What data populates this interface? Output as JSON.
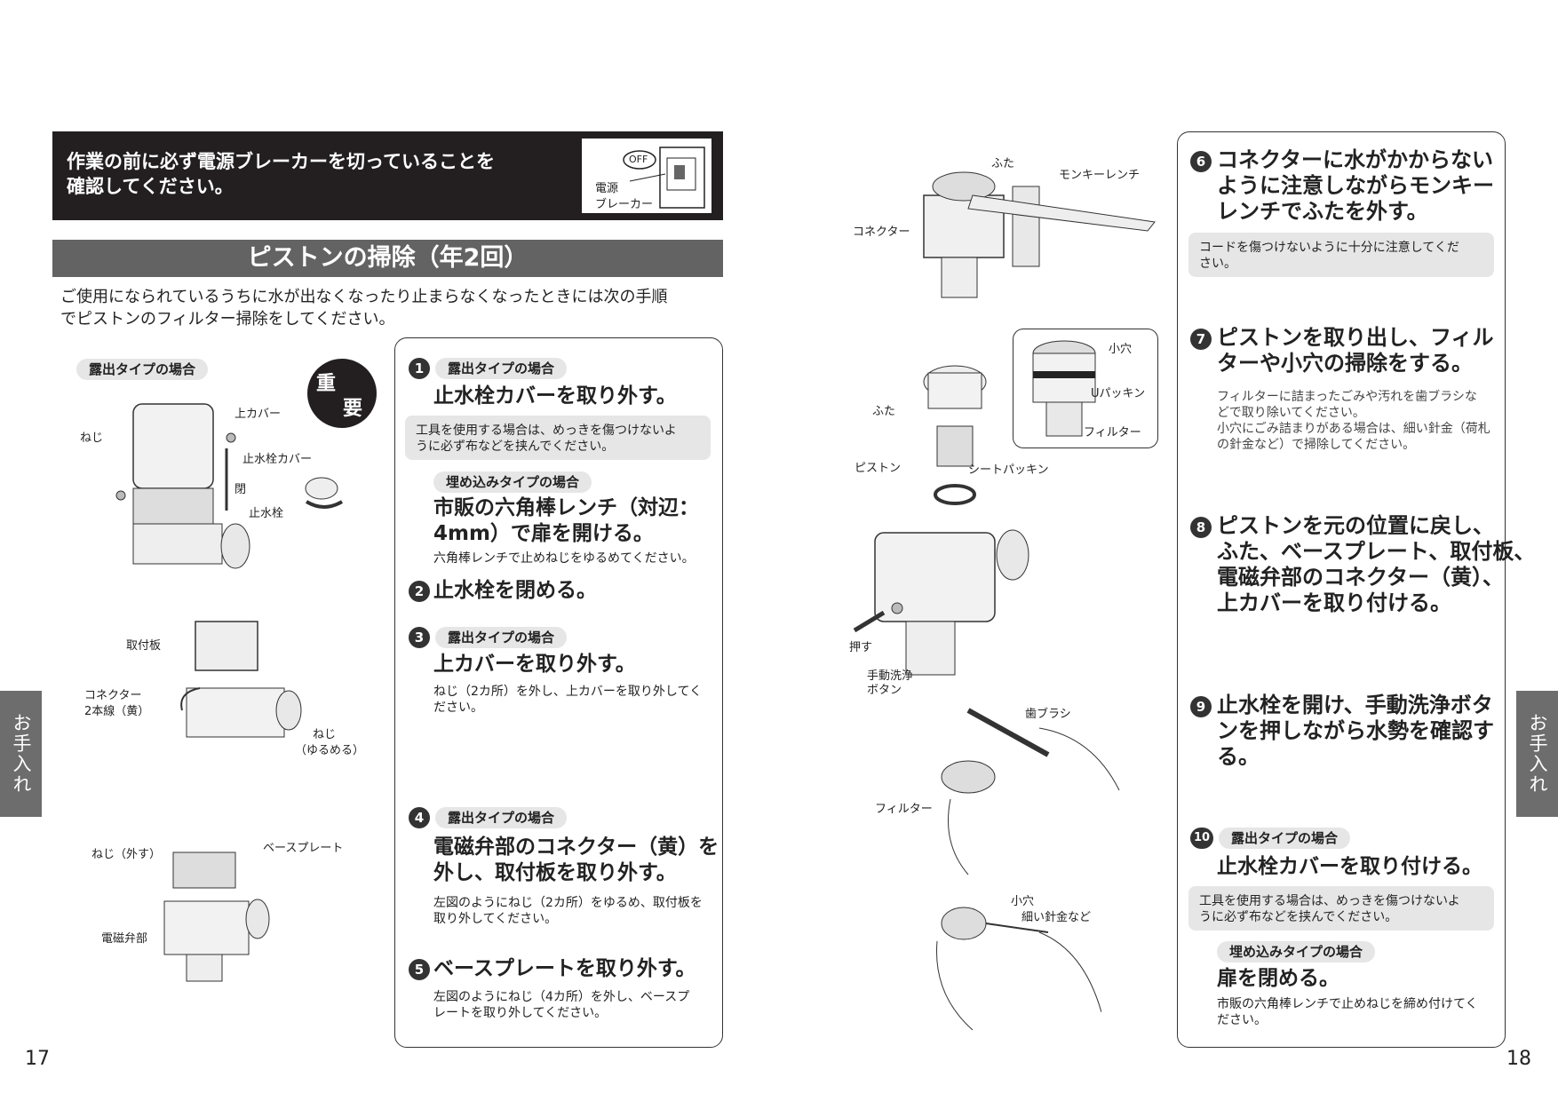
{
  "warning": {
    "text_line1": "作業の前に必ず電源ブレーカーを切っていることを",
    "text_line2": "確認してください。",
    "illustration": {
      "off_label": "OFF",
      "breaker_line1": "電源",
      "breaker_line2": "ブレーカー"
    }
  },
  "section": {
    "title": "ピストンの掃除（年2回）"
  },
  "intro": {
    "line1": "ご使用になられているうちに水が出なくなったり止まらなくなったときには次の手順",
    "line2": "でピストンのフィルター掃除をしてください。"
  },
  "left_illustrations": {
    "type_pill": "露出タイプの場合",
    "important_badge": {
      "char1": "重",
      "char2": "要"
    },
    "fig1": {
      "top_cover": "上カバー",
      "screw": "ねじ",
      "valve_cover": "止水栓カバー",
      "close": "閉",
      "valve": "止水栓"
    },
    "fig2": {
      "mount_plate": "取付板",
      "connector_line1": "コネクター",
      "connector_line2": "2本線（黄）",
      "screw_line1": "ねじ",
      "screw_line2": "（ゆるめる）"
    },
    "fig3": {
      "screw_remove": "ねじ（外す）",
      "base_plate": "ベースプレート",
      "solenoid": "電磁弁部"
    }
  },
  "steps_left": [
    {
      "num": "1",
      "pill": "露出タイプの場合",
      "heading": "止水栓カバーを取り外す。",
      "note_line1": "工具を使用する場合は、めっきを傷つけないよ",
      "note_line2": "うに必ず布などを挟んでください。",
      "sub_pill": "埋め込みタイプの場合",
      "sub_heading_line1": "市販の六角棒レンチ（対辺：",
      "sub_heading_line2": "4mm）で扉を開ける。",
      "sub_desc": "六角棒レンチで止めねじをゆるめてください。"
    },
    {
      "num": "2",
      "heading": "止水栓を閉める。"
    },
    {
      "num": "3",
      "pill": "露出タイプの場合",
      "heading": "上カバーを取り外す。",
      "desc_line1": "ねじ（2カ所）を外し、上カバーを取り外してく",
      "desc_line2": "ださい。"
    },
    {
      "num": "4",
      "pill": "露出タイプの場合",
      "heading_line1": "電磁弁部のコネクター（黄）を",
      "heading_line2": "外し、取付板を取り外す。",
      "desc_line1": "左図のようにねじ（2カ所）をゆるめ、取付板を",
      "desc_line2": "取り外してください。"
    },
    {
      "num": "5",
      "heading": "ベースプレートを取り外す。",
      "desc_line1": "左図のようにねじ（4カ所）を外し、ベースプ",
      "desc_line2": "レートを取り外してください。"
    }
  ],
  "middle_illustrations": {
    "fig1": {
      "lid": "ふた",
      "wrench": "モンキーレンチ",
      "connector": "コネクター"
    },
    "fig2": {
      "small_hole": "小穴",
      "u_packing": "Uパッキン",
      "filter": "フィルター",
      "lid": "ふた",
      "piston": "ピストン",
      "seat_packing": "シートパッキン"
    },
    "fig3": {
      "push": "押す",
      "manual_line1": "手動洗浄",
      "manual_line2": "ボタン"
    },
    "fig4": {
      "toothbrush": "歯ブラシ",
      "filter": "フィルター"
    },
    "fig5": {
      "small_hole": "小穴",
      "needle": "細い針金など"
    }
  },
  "steps_right": [
    {
      "num": "6",
      "heading_line1": "コネクターに水がかからない",
      "heading_line2": "ように注意しながらモンキー",
      "heading_line3": "レンチでふたを外す。",
      "note_line1": "コードを傷つけないように十分に注意してくだ",
      "note_line2": "さい。"
    },
    {
      "num": "7",
      "heading_line1": "ピストンを取り出し、フィル",
      "heading_line2": "ターや小穴の掃除をする。",
      "desc_line1": "フィルターに詰まったごみや汚れを歯ブラシな",
      "desc_line2": "どで取り除いてください。",
      "desc_line3": "小穴にごみ詰まりがある場合は、細い針金（荷札",
      "desc_line4": "の針金など）で掃除してください。"
    },
    {
      "num": "8",
      "heading_line1": "ピストンを元の位置に戻し、",
      "heading_line2": "ふた、ベースプレート、取付板、",
      "heading_line3": "電磁弁部のコネクター（黄）、",
      "heading_line4": "上カバーを取り付ける。"
    },
    {
      "num": "9",
      "heading_line1": "止水栓を開け、手動洗浄ボタ",
      "heading_line2": "ンを押しながら水勢を確認す",
      "heading_line3": "る。"
    },
    {
      "num": "10",
      "pill": "露出タイプの場合",
      "heading": "止水栓カバーを取り付ける。",
      "note_line1": "工具を使用する場合は、めっきを傷つけないよ",
      "note_line2": "うに必ず布などを挟んでください。",
      "sub_pill": "埋め込みタイプの場合",
      "sub_heading": "扉を閉める。",
      "sub_desc_line1": "市販の六角棒レンチで止めねじを締め付けてく",
      "sub_desc_line2": "ださい。"
    }
  ],
  "side_tab": {
    "label": "お手入れ"
  },
  "page_numbers": {
    "left": "17",
    "right": "18"
  }
}
